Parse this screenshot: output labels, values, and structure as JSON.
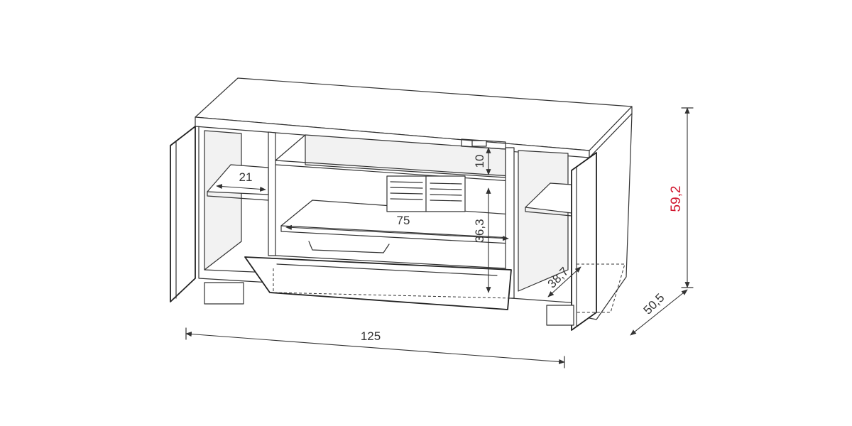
{
  "dimensions": {
    "width": "125",
    "height": "59,2",
    "depth": "50,5",
    "center_shelf_width": "75",
    "center_opening_height": "36,3",
    "top_compartment_height": "10",
    "left_shelf_depth": "21",
    "right_shelf_depth": "38,7"
  },
  "colors": {
    "lines": "#333333",
    "height_label": "#d0142c",
    "background": "#ffffff"
  }
}
